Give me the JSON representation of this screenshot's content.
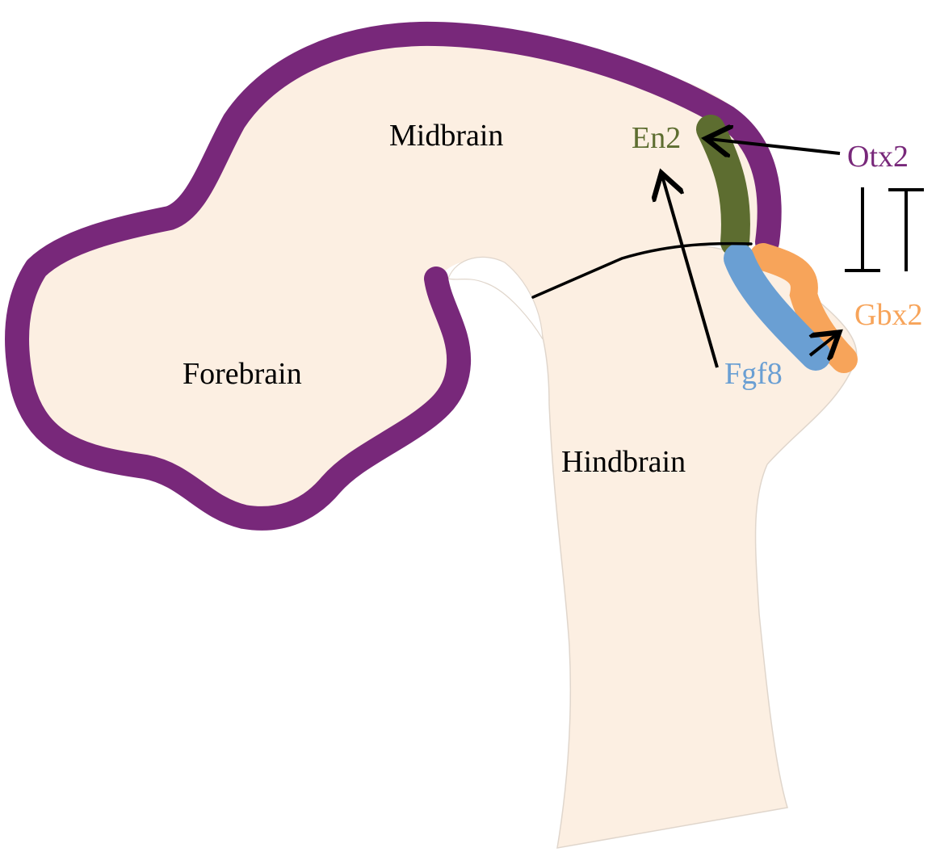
{
  "regions": {
    "forebrain": "Forebrain",
    "midbrain": "Midbrain",
    "hindbrain": "Hindbrain"
  },
  "genes": {
    "en2": "En2",
    "otx2": "Otx2",
    "gbx2": "Gbx2",
    "fgf8": "Fgf8"
  },
  "colors": {
    "tissue": "#fcefe2",
    "tissue_edge": "#e0d6cc",
    "otx2": "#78287a",
    "en2": "#5d6d30",
    "fgf8": "#6a9fd3",
    "gbx2": "#f7a45a",
    "arrow": "#000000"
  }
}
